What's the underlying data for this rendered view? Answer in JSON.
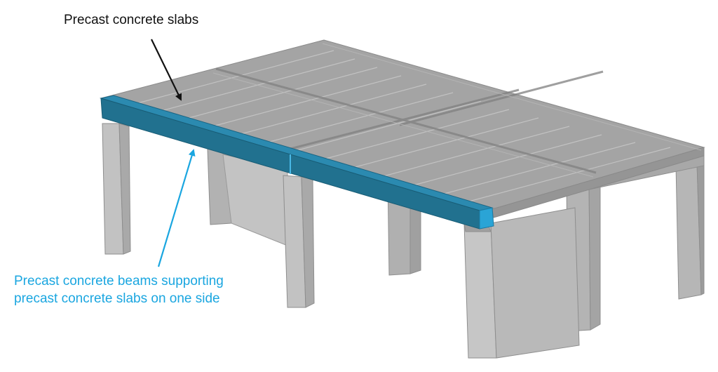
{
  "labels": {
    "slabs": "Precast concrete slabs",
    "beams_line1": "Precast concrete beams supporting",
    "beams_line2": "precast concrete slabs on one side"
  },
  "colors": {
    "background": "#ffffff",
    "slab_label": "#111111",
    "beam_label": "#1aa6e0",
    "beam_fill": "#21718f",
    "beam_end": "#2aa4d6",
    "concrete": "#a9a9a9",
    "concrete_dark": "#8e8e8e"
  }
}
